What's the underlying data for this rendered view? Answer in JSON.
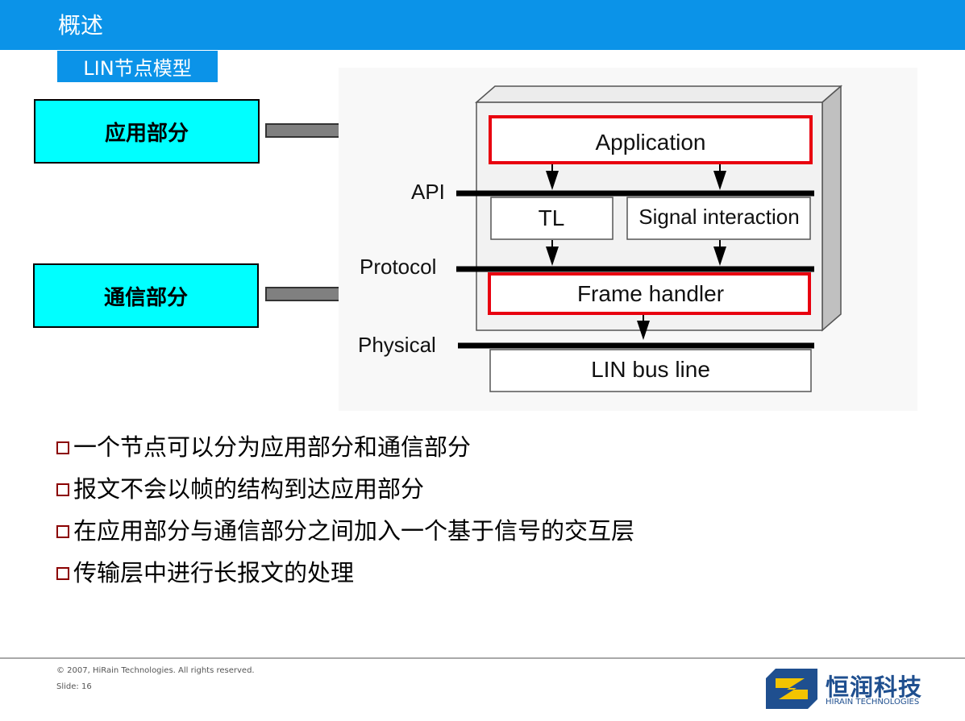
{
  "header": {
    "title": "概述",
    "subtitle": "LIN节点模型"
  },
  "left_boxes": {
    "application_part": "应用部分",
    "communication_part": "通信部分"
  },
  "diagram": {
    "application": "Application",
    "api": "API",
    "tl": "TL",
    "signal_interaction": "Signal interaction",
    "protocol": "Protocol",
    "frame_handler": "Frame handler",
    "physical": "Physical",
    "lin_bus_line": "LIN bus line"
  },
  "bullets": [
    "一个节点可以分为应用部分和通信部分",
    "报文不会以帧的结构到达应用部分",
    "在应用部分与通信部分之间加入一个基于信号的交互层",
    "传输层中进行长报文的处理"
  ],
  "footer": {
    "copyright": "© 2007, HiRain Technologies. All rights reserved.",
    "slide": "Slide: 16"
  },
  "logo": {
    "name_cn": "恒润科技",
    "name_en": "HIRAIN TECHNOLOGIES"
  },
  "colors": {
    "header_blue": "#0b93e8",
    "cyan_box": "#00ffff",
    "red_outline": "#e8000f"
  }
}
